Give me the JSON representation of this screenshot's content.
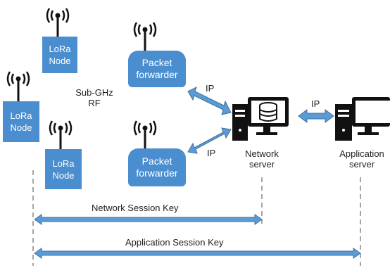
{
  "colors": {
    "node_fill": "#4a8ed0",
    "arrow_fill": "#5b9bd5",
    "arrow_stroke": "#41719c",
    "icon_black": "#111111"
  },
  "nodes": [
    {
      "line1": "LoRa",
      "line2": "Node"
    },
    {
      "line1": "LoRa",
      "line2": "Node"
    },
    {
      "line1": "LoRa",
      "line2": "Node"
    }
  ],
  "forwarders": [
    {
      "line1": "Packet",
      "line2": "forwarder"
    },
    {
      "line1": "Packet",
      "line2": "forwarder"
    }
  ],
  "rf_label": {
    "line1": "Sub-GHz",
    "line2": "RF"
  },
  "ip_labels": [
    "IP",
    "IP",
    "IP"
  ],
  "network_server": {
    "line1": "Network",
    "line2": "server"
  },
  "application_server": {
    "line1": "Application",
    "line2": "server"
  },
  "keys": {
    "network_session": "Network Session Key",
    "application_session": "Application Session Key"
  }
}
